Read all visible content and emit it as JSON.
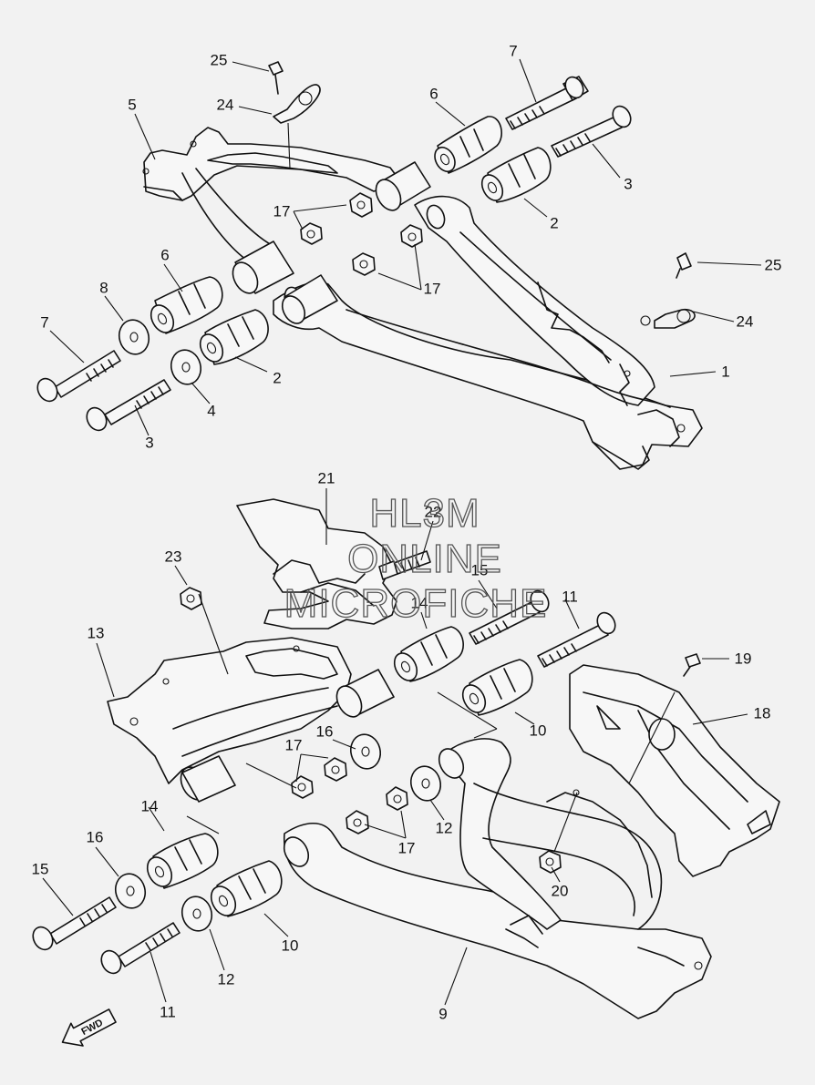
{
  "watermark": {
    "lines": [
      "HL3M",
      "ONLINE",
      "MICROFICHE"
    ]
  },
  "direction_marker": {
    "text": "FWD",
    "icon": "front-direction-arrow-icon"
  },
  "callouts": [
    {
      "id": "c25a",
      "text": "25"
    },
    {
      "id": "c24a",
      "text": "24"
    },
    {
      "id": "c5",
      "text": "5"
    },
    {
      "id": "c6a",
      "text": "6"
    },
    {
      "id": "c7a",
      "text": "7"
    },
    {
      "id": "c3a",
      "text": "3"
    },
    {
      "id": "c2a",
      "text": "2"
    },
    {
      "id": "c17a",
      "text": "17"
    },
    {
      "id": "c17b",
      "text": "17"
    },
    {
      "id": "c25b",
      "text": "25"
    },
    {
      "id": "c24b",
      "text": "24"
    },
    {
      "id": "c1",
      "text": "1"
    },
    {
      "id": "c6b",
      "text": "6"
    },
    {
      "id": "c8",
      "text": "8"
    },
    {
      "id": "c7b",
      "text": "7"
    },
    {
      "id": "c2b",
      "text": "2"
    },
    {
      "id": "c4",
      "text": "4"
    },
    {
      "id": "c3b",
      "text": "3"
    },
    {
      "id": "c21",
      "text": "21"
    },
    {
      "id": "c22",
      "text": "22"
    },
    {
      "id": "c23",
      "text": "23"
    },
    {
      "id": "c15a",
      "text": "15"
    },
    {
      "id": "c14a",
      "text": "14"
    },
    {
      "id": "c11a",
      "text": "11"
    },
    {
      "id": "c13",
      "text": "13"
    },
    {
      "id": "c19",
      "text": "19"
    },
    {
      "id": "c16a",
      "text": "16"
    },
    {
      "id": "c10a",
      "text": "10"
    },
    {
      "id": "c18",
      "text": "18"
    },
    {
      "id": "c17c",
      "text": "17"
    },
    {
      "id": "c14b",
      "text": "14"
    },
    {
      "id": "c12a",
      "text": "12"
    },
    {
      "id": "c17d",
      "text": "17"
    },
    {
      "id": "c16b",
      "text": "16"
    },
    {
      "id": "c20",
      "text": "20"
    },
    {
      "id": "c15b",
      "text": "15"
    },
    {
      "id": "c10b",
      "text": "10"
    },
    {
      "id": "c12b",
      "text": "12"
    },
    {
      "id": "c11b",
      "text": "11"
    },
    {
      "id": "c9",
      "text": "9"
    }
  ]
}
